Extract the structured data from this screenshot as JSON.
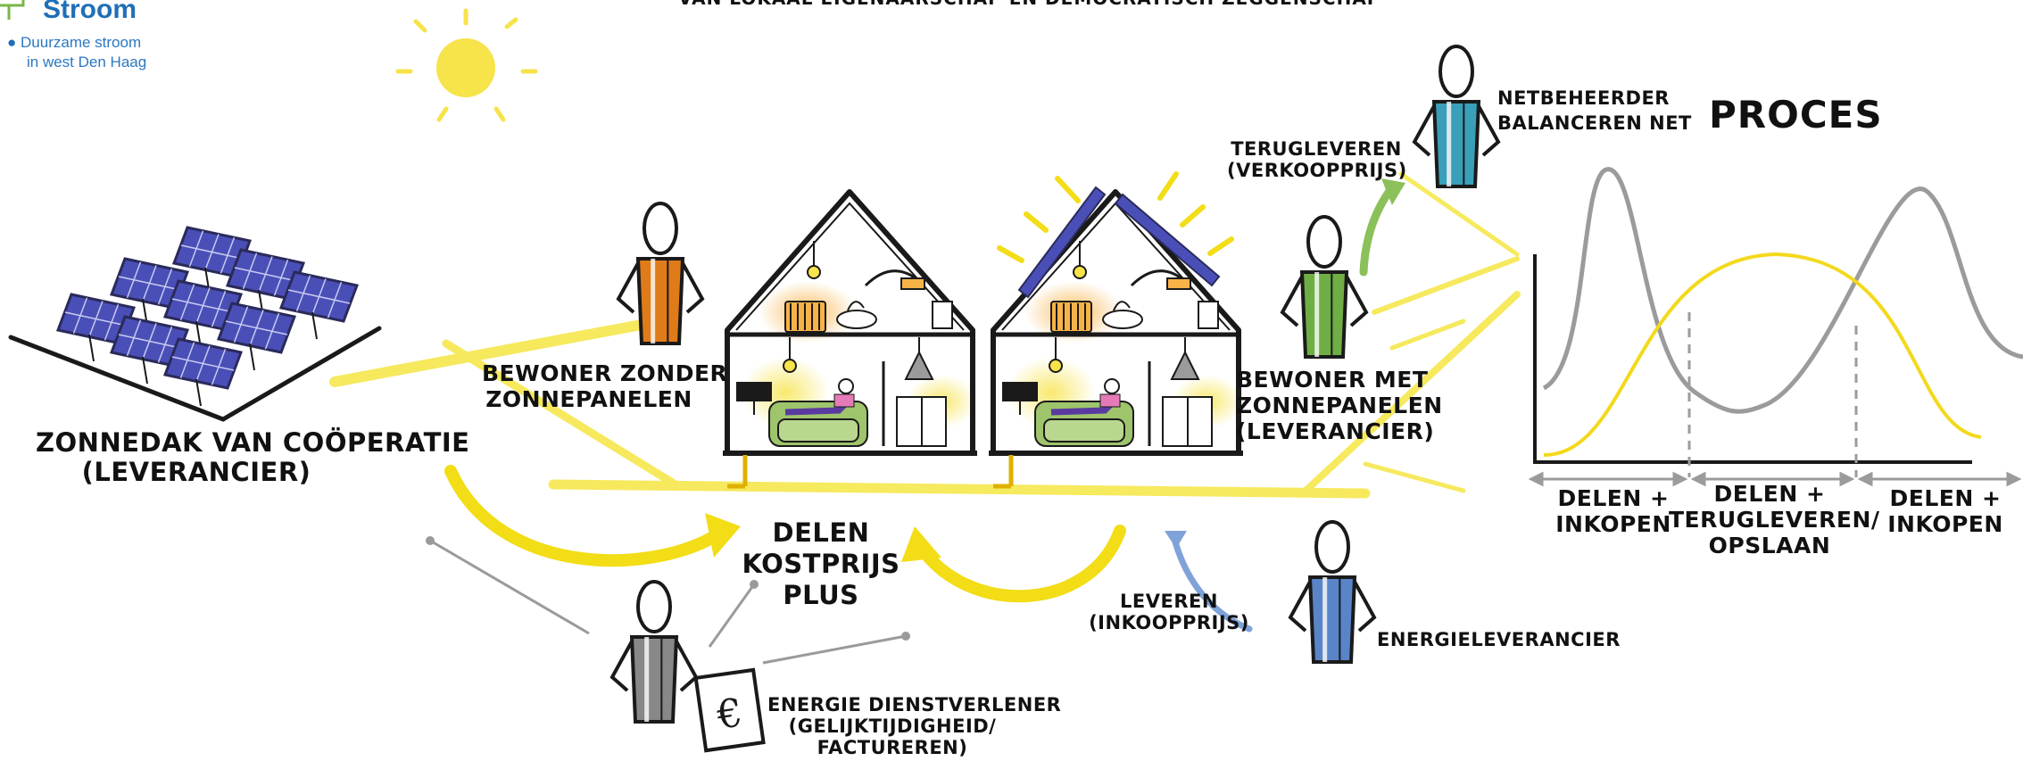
{
  "logo": {
    "title": "Stroom",
    "subtitle_line1": "Duurzame stroom",
    "subtitle_line2": "in west Den Haag"
  },
  "banner": "van lokaal eigenaarschap en democratisch zeggenschap",
  "labels": {
    "zonnedak_1": "ZONNEDAK VAN COÖPERATIE",
    "zonnedak_2": "(LEVERANCIER)",
    "bewoner_zonder_1": "BEWONER ZONDER",
    "bewoner_zonder_2": "ZONNEPANELEN",
    "bewoner_met_1": "BEWONER MET",
    "bewoner_met_2": "ZONNEPANELEN",
    "bewoner_met_3": "(LEVERANCIER)",
    "terugleveren_1": "TERUGLEVEREN",
    "terugleveren_2": "(VERKOOPPRIJS)",
    "netbeheerder_1": "NETBEHEERDER",
    "netbeheerder_2": "BALANCEREN NET",
    "proces": "PROCES",
    "delen_1": "DELEN",
    "delen_2": "KOSTPRIJS",
    "delen_3": "PLUS",
    "leveren_1": "LEVEREN",
    "leveren_2": "(INKOOPPRIJS)",
    "energieleverancier": "ENERGIELEVERANCIER",
    "dienstverlener_1": "ENERGIE DIENSTVERLENER",
    "dienstverlener_2": "(GELIJKTIJDIGHEID/",
    "dienstverlener_3": "FACTUREREN)",
    "euro": "€",
    "phase1_1": "DELEN +",
    "phase1_2": "INKOPEN",
    "phase2_1": "DELEN +",
    "phase2_2": "TERUGLEVEREN/",
    "phase2_3": "OPSLAAN",
    "phase3_1": "DELEN +",
    "phase3_2": "INKOPEN"
  },
  "colors": {
    "sun": "#f7e34a",
    "flow_yellow": "#f5e642",
    "arrow_yellow": "#f2dd17",
    "panel_blue": "#4a4fb8",
    "panel_frame": "#2a2a5a",
    "ink": "#1a1a1a",
    "grey_line": "#9a9a9a",
    "curve_grey": "#9b9b9b",
    "curve_yellow": "#f3d91c",
    "orange_body": "#e07b1a",
    "green_body": "#6fae45",
    "green_arrow": "#8cc05a",
    "teal_body": "#3a9fb8",
    "blue_body": "#5a84c8",
    "grey_body": "#888888",
    "sofa": "#9ec46c",
    "glow": "#f7b347",
    "logo_blue": "#1f6fb6",
    "logo_green": "#7ab648"
  }
}
